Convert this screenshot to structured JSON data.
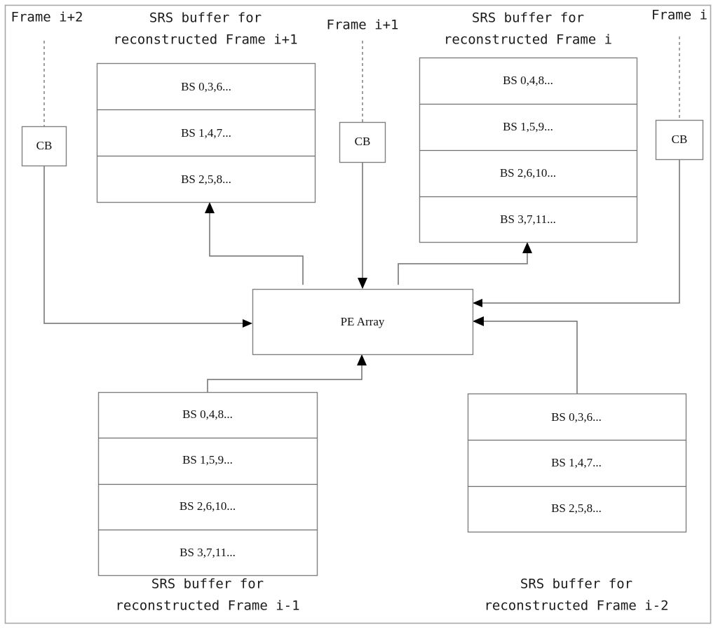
{
  "figure": {
    "kind": "block-diagram",
    "background": "#ffffff",
    "frame_color": "#a8a8a8",
    "line_color": "#6e6e6e",
    "arrow_color": "#000000",
    "text_color": "#111111"
  },
  "center": {
    "label": "PE Array"
  },
  "cb_blocks": [
    {
      "id": "cb-left",
      "label": "CB",
      "frame_label": "Frame i+2"
    },
    {
      "id": "cb-middle",
      "label": "CB",
      "frame_label": "Frame i+1"
    },
    {
      "id": "cb-right",
      "label": "CB",
      "frame_label": "Frame i"
    }
  ],
  "frame_labels": {
    "left": "Frame i+2",
    "middle": "Frame i+1",
    "right": "Frame i"
  },
  "buffers": [
    {
      "id": "buffer-top-left",
      "caption_line1": "SRS buffer for",
      "caption_line2": "reconstructed Frame i+1",
      "caption_position": "above",
      "rows": [
        "BS 0,3,6...",
        "BS 1,4,7...",
        "BS 2,5,8..."
      ]
    },
    {
      "id": "buffer-top-right",
      "caption_line1": "SRS buffer for",
      "caption_line2": "reconstructed Frame i",
      "caption_position": "above",
      "rows": [
        "BS 0,4,8...",
        "BS 1,5,9...",
        "BS 2,6,10...",
        "BS 3,7,11..."
      ]
    },
    {
      "id": "buffer-bottom-left",
      "caption_line1": "SRS buffer for",
      "caption_line2": "reconstructed Frame i-1",
      "caption_position": "below",
      "rows": [
        "BS 0,4,8...",
        "BS 1,5,9...",
        "BS 2,6,10...",
        "BS 3,7,11..."
      ]
    },
    {
      "id": "buffer-bottom-right",
      "caption_line1": "SRS buffer for",
      "caption_line2": "reconstructed Frame i-2",
      "caption_position": "below",
      "rows": [
        "BS 0,3,6...",
        "BS 1,4,7...",
        "BS 2,5,8..."
      ]
    }
  ]
}
